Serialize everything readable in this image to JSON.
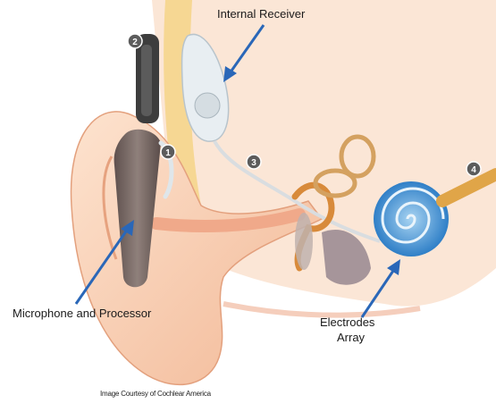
{
  "labels": {
    "internal_receiver": "Internal Receiver",
    "microphone_processor": "Microphone and Processor",
    "electrodes_line1": "Electrodes",
    "electrodes_line2": "Array"
  },
  "markers": [
    "1",
    "2",
    "3",
    "4"
  ],
  "credit": "Image Courtesy of Cochlear America",
  "colors": {
    "arrow": "#2a67b8",
    "skin": "#f3c8a8",
    "processor": "#7a6a66",
    "cochlea": "#3b8fd4",
    "nerve": "#e0a548",
    "marker": "#5c5c5c"
  }
}
